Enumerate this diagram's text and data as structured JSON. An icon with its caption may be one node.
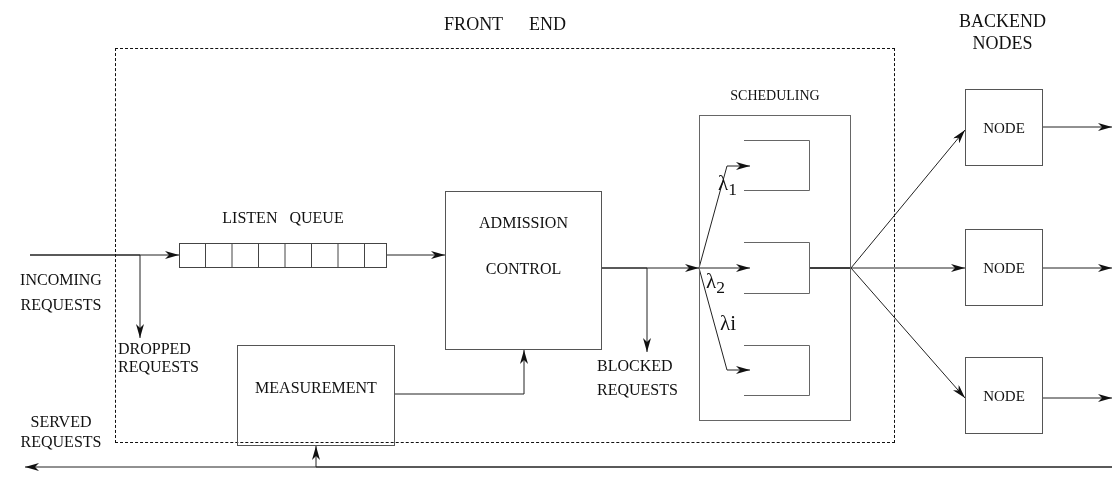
{
  "diagram": {
    "nodes": [
      {
        "text": [
          "FRONT END"
        ]
      },
      {
        "text": [
          "INCOMING REQUESTS"
        ]
      },
      {
        "text": [
          "LISTEN QUEUE"
        ],
        "in": 0
      },
      {
        "text": [
          "DROPPED REQUESTS"
        ],
        "in": 0
      },
      {
        "text": [
          "ADMISSION CONTROL"
        ],
        "in": 0
      },
      {
        "text": [
          "MEASUREMENT"
        ],
        "in": 0
      },
      {
        "text": [
          "BLOCKED REQUESTS"
        ],
        "in": 0
      },
      {
        "text": [
          "SCHEDULING"
        ],
        "in": 0
      },
      {
        "text": [],
        "shape": "box",
        "in": 7
      },
      {
        "text": [],
        "shape": "box",
        "in": 7
      },
      {
        "text": [],
        "shape": "box",
        "in": 7
      },
      {
        "text": [
          "SERVED REQUESTS"
        ]
      },
      {
        "text": [
          "NODE"
        ]
      },
      {
        "text": [
          "NODE"
        ]
      },
      {
        "text": [
          "NODE"
        ]
      }
    ],
    "edges": [
      {
        "from": 1,
        "to": 2,
        "arrow": "to"
      },
      {
        "from": 1,
        "to": 3,
        "arrow": "to"
      },
      {
        "from": 2,
        "to": 4,
        "arrow": "to"
      },
      {
        "from": 4,
        "to": 6,
        "arrow": "to"
      },
      {
        "from": 4,
        "to": 7,
        "arrow": "to"
      },
      {
        "from": 5,
        "to": 4,
        "arrow": "to"
      },
      {
        "from": 7,
        "to": 8,
        "arrow": "to",
        "label": "λ$_{1}$"
      },
      {
        "from": 7,
        "to": 9,
        "arrow": "to",
        "label": "λ$_{2}$"
      },
      {
        "from": 7,
        "to": 10,
        "arrow": "to",
        "label": "λi"
      },
      {
        "from": 9,
        "to": 12,
        "arrow": "to"
      },
      {
        "from": 9,
        "to": 13,
        "arrow": "to"
      },
      {
        "from": 9,
        "to": 14,
        "arrow": "to"
      },
      {
        "from": 12,
        "to": null,
        "arrow": "to"
      },
      {
        "from": 13,
        "to": null,
        "arrow": "to"
      },
      {
        "from": 14,
        "to": null,
        "arrow": "to"
      },
      {
        "from": null,
        "to": 11,
        "arrow": "to"
      },
      {
        "from": null,
        "to": 5,
        "arrow": "to"
      }
    ],
    "labels": [
      "BACKEND NODES"
    ]
  }
}
